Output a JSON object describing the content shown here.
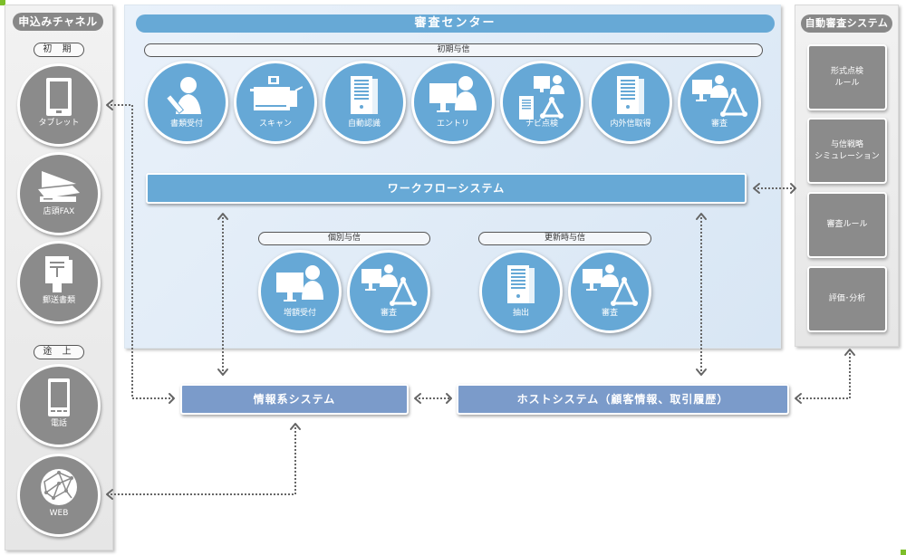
{
  "channels": {
    "title": "申込みチャネル",
    "groups": [
      {
        "label": "初 期",
        "items": [
          {
            "label": "タブレット",
            "icon": "tablet-icon"
          },
          {
            "label": "店頭FAX",
            "icon": "scanner-fax-icon"
          },
          {
            "label": "郵送書類",
            "icon": "mail-document-icon"
          }
        ]
      },
      {
        "label": "途 上",
        "items": [
          {
            "label": "電話",
            "icon": "mobile-phone-icon"
          },
          {
            "label": "WEB",
            "icon": "globe-network-icon"
          }
        ]
      }
    ]
  },
  "center": {
    "title": "審査センター",
    "initial": {
      "label": "初期与信",
      "steps": [
        {
          "label": "書類受付",
          "icon": "person-pen-icon"
        },
        {
          "label": "スキャン",
          "icon": "scanner-machine-icon"
        },
        {
          "label": "自動認識",
          "icon": "server-icon"
        },
        {
          "label": "エントリ",
          "icon": "monitor-person-icon"
        },
        {
          "label": "ナビ点検",
          "icon": "navi-check-icon"
        },
        {
          "label": "内外信取得",
          "icon": "server-icon"
        },
        {
          "label": "審査",
          "icon": "review-triangle-icon"
        }
      ]
    },
    "workflow": "ワークフローシステム",
    "individual": {
      "label": "個別与信",
      "steps": [
        {
          "label": "増額受付",
          "icon": "monitor-person-icon"
        },
        {
          "label": "審査",
          "icon": "review-triangle-icon"
        }
      ]
    },
    "renewal": {
      "label": "更新時与信",
      "steps": [
        {
          "label": "抽出",
          "icon": "server-icon"
        },
        {
          "label": "審査",
          "icon": "review-triangle-icon"
        }
      ]
    }
  },
  "auto_system": {
    "title": "自動審査システム",
    "items": [
      {
        "label": "形式点検\nルール"
      },
      {
        "label": "与信戦略\nシミュレーション"
      },
      {
        "label": "審査ルール"
      },
      {
        "label": "評価･分析"
      }
    ]
  },
  "systems": {
    "info": "情報系システム",
    "host": "ホストシステム（顧客情報、取引履歴）"
  },
  "colors": {
    "blue_circle": "#66a8d6",
    "gray_circle": "#8b8b8b",
    "system_box": "#7b9bca",
    "accent_green": "#7dbe2a"
  }
}
